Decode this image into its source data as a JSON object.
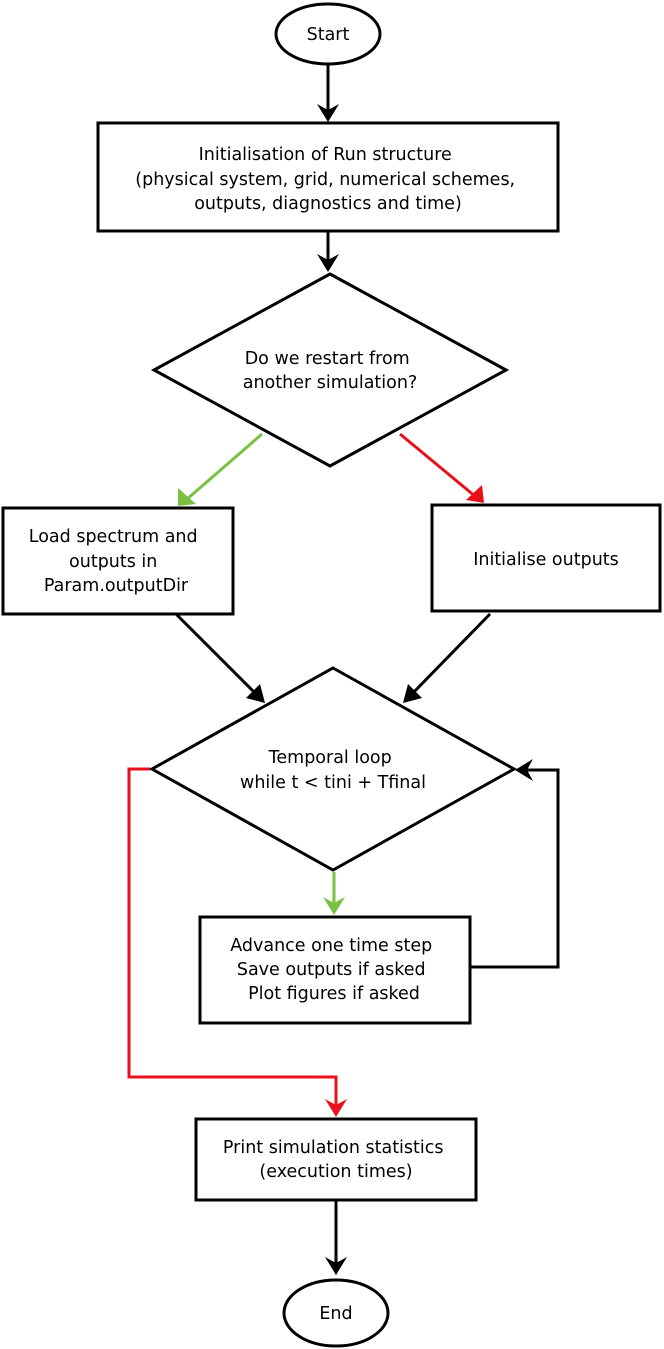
{
  "colors": {
    "black": "#000000",
    "green": "#7ac143",
    "red": "#e8101b"
  },
  "nodes": {
    "start": {
      "lines": [
        "Start"
      ]
    },
    "init_run": {
      "lines": [
        "Initialisation of Run structure",
        "(physical system, grid, numerical schemes,",
        "outputs, diagnostics and time)"
      ]
    },
    "restart_decision": {
      "lines": [
        "Do we restart from",
        "another simulation?"
      ]
    },
    "load_spectrum": {
      "lines": [
        "Load spectrum and",
        "outputs in",
        "Param.outputDir"
      ]
    },
    "init_outputs": {
      "lines": [
        "Initialise outputs"
      ]
    },
    "temporal_loop": {
      "lines": [
        "Temporal loop",
        "while t < tini + Tfinal"
      ]
    },
    "advance_step": {
      "lines": [
        "Advance one time step",
        "Save outputs if asked",
        "Plot figures if asked"
      ]
    },
    "print_stats": {
      "lines": [
        "Print simulation statistics",
        "(execution times)"
      ]
    },
    "end": {
      "lines": [
        "End"
      ]
    }
  },
  "edges": [
    {
      "from": "start",
      "to": "init_run",
      "color": "black"
    },
    {
      "from": "init_run",
      "to": "restart_decision",
      "color": "black"
    },
    {
      "from": "restart_decision",
      "to": "load_spectrum",
      "color": "green"
    },
    {
      "from": "restart_decision",
      "to": "init_outputs",
      "color": "red"
    },
    {
      "from": "load_spectrum",
      "to": "temporal_loop",
      "color": "black"
    },
    {
      "from": "init_outputs",
      "to": "temporal_loop",
      "color": "black"
    },
    {
      "from": "temporal_loop",
      "to": "advance_step",
      "color": "green"
    },
    {
      "from": "advance_step",
      "to": "temporal_loop",
      "color": "black"
    },
    {
      "from": "temporal_loop",
      "to": "print_stats",
      "color": "red"
    },
    {
      "from": "print_stats",
      "to": "end",
      "color": "black"
    }
  ]
}
